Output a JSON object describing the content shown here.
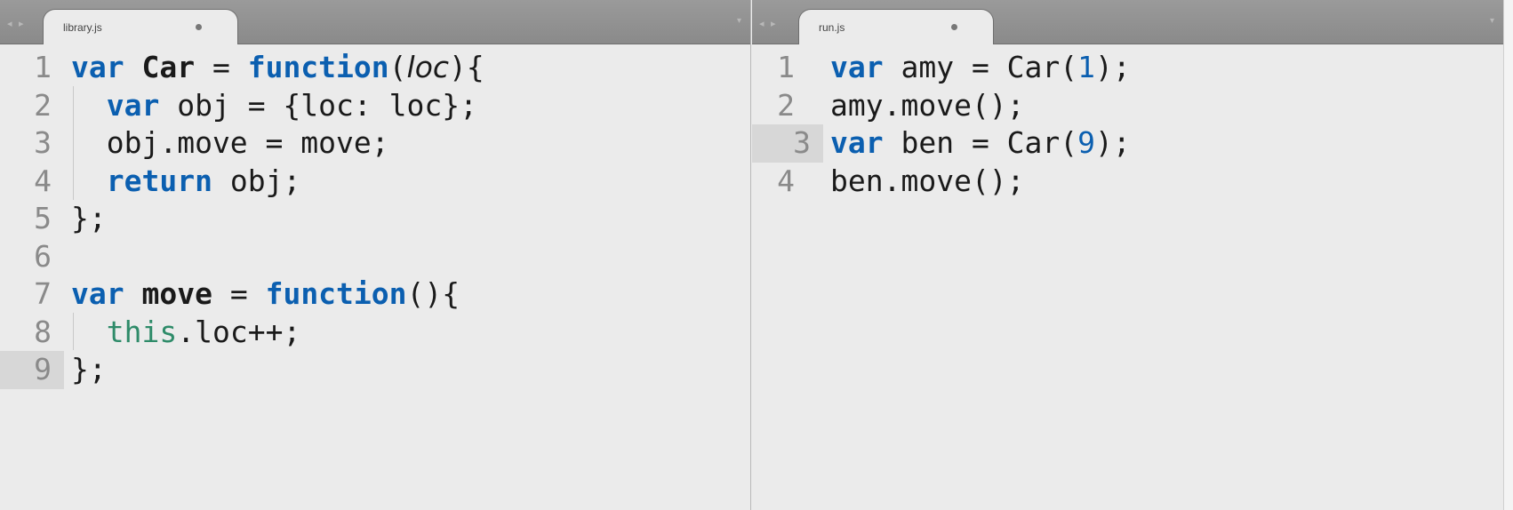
{
  "left_pane": {
    "tab_title": "library.js",
    "nav_arrows": "◂ ▸",
    "dropdown": "▾",
    "lines": [
      {
        "n": "1",
        "tokens": [
          {
            "t": "var",
            "c": "k"
          },
          {
            "t": " ",
            "c": "p"
          },
          {
            "t": "Car",
            "c": "n"
          },
          {
            "t": " = ",
            "c": "p"
          },
          {
            "t": "function",
            "c": "k"
          },
          {
            "t": "(",
            "c": "p"
          },
          {
            "t": "loc",
            "c": "i"
          },
          {
            "t": "){",
            "c": "p"
          }
        ]
      },
      {
        "n": "2",
        "tokens": [
          {
            "t": "  ",
            "c": "p"
          },
          {
            "t": "var",
            "c": "k"
          },
          {
            "t": " obj = {loc: loc};",
            "c": "p"
          }
        ]
      },
      {
        "n": "3",
        "tokens": [
          {
            "t": "  obj.move = move;",
            "c": "p"
          }
        ]
      },
      {
        "n": "4",
        "tokens": [
          {
            "t": "  ",
            "c": "p"
          },
          {
            "t": "return",
            "c": "k"
          },
          {
            "t": " obj;",
            "c": "p"
          }
        ]
      },
      {
        "n": "5",
        "tokens": [
          {
            "t": "};",
            "c": "p"
          }
        ]
      },
      {
        "n": "6",
        "tokens": []
      },
      {
        "n": "7",
        "tokens": [
          {
            "t": "var",
            "c": "k"
          },
          {
            "t": " ",
            "c": "p"
          },
          {
            "t": "move",
            "c": "n"
          },
          {
            "t": " = ",
            "c": "p"
          },
          {
            "t": "function",
            "c": "k"
          },
          {
            "t": "(){",
            "c": "p"
          }
        ]
      },
      {
        "n": "8",
        "tokens": [
          {
            "t": "  ",
            "c": "p"
          },
          {
            "t": "this",
            "c": "t"
          },
          {
            "t": ".loc++;",
            "c": "p"
          }
        ]
      },
      {
        "n": "9",
        "tokens": [
          {
            "t": "};",
            "c": "p"
          }
        ],
        "current": true
      }
    ]
  },
  "right_pane": {
    "tab_title": "run.js",
    "nav_arrows": "◂ ▸",
    "dropdown": "▾",
    "lines": [
      {
        "n": "1",
        "tokens": [
          {
            "t": "var",
            "c": "k"
          },
          {
            "t": " amy = Car(",
            "c": "p"
          },
          {
            "t": "1",
            "c": "num"
          },
          {
            "t": ");",
            "c": "p"
          }
        ]
      },
      {
        "n": "2",
        "tokens": [
          {
            "t": "amy.move();",
            "c": "p"
          }
        ]
      },
      {
        "n": "3",
        "tokens": [
          {
            "t": "var",
            "c": "k"
          },
          {
            "t": " ben = Car(",
            "c": "p"
          },
          {
            "t": "9",
            "c": "num"
          },
          {
            "t": ");",
            "c": "p"
          }
        ],
        "current": true
      },
      {
        "n": "4",
        "tokens": [
          {
            "t": "ben.move();",
            "c": "p"
          }
        ]
      }
    ]
  },
  "colors": {
    "keyword": "#0b5fb0",
    "this": "#2e8b69",
    "number": "#0b5fb0",
    "background": "#ebebeb",
    "tabbar": "#8f8f8f"
  }
}
